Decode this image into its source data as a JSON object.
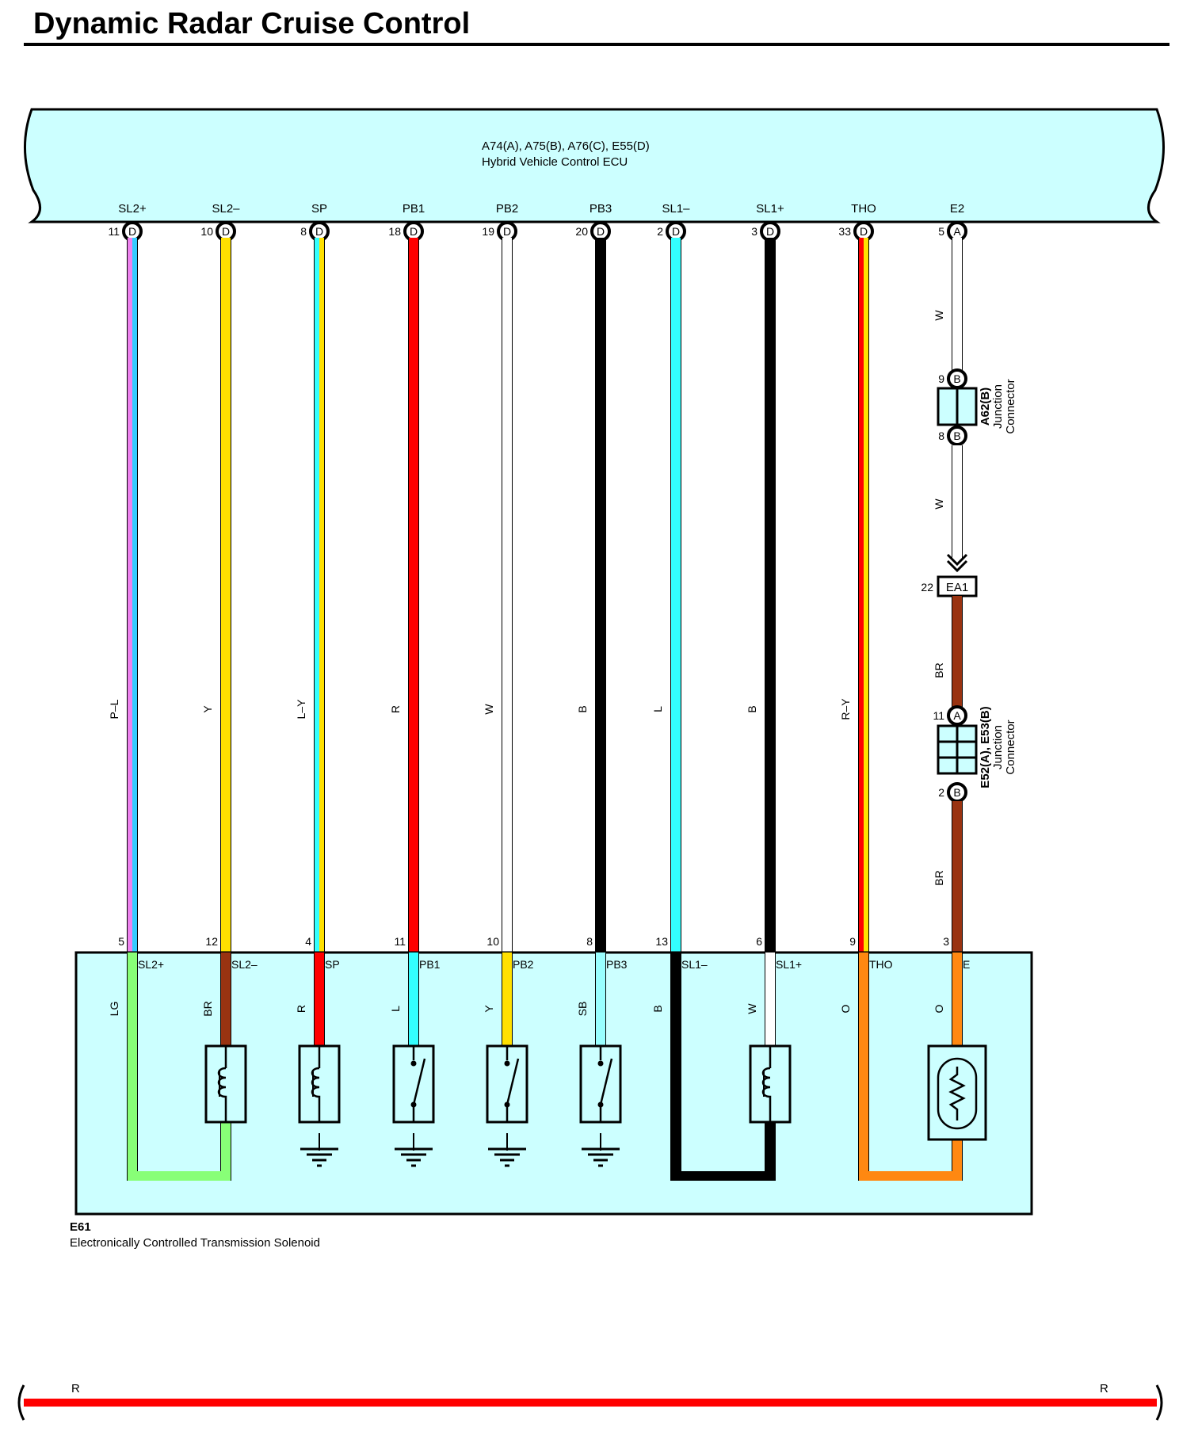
{
  "title": "Dynamic Radar Cruise Control",
  "ecu": {
    "name": "A74(A), A75(B), A76(C), E55(D)",
    "desc": "Hybrid Vehicle Control ECU",
    "color": "#ccffff"
  },
  "circuits": [
    {
      "id": "sl2p",
      "ecu_label": "SL2+",
      "ecu_pin": "11",
      "ecu_conn": "D",
      "wire_code": "P–L",
      "wire_colors": [
        "#ee82ee",
        "#33ccff"
      ],
      "sol_pin": "5",
      "sol_label": "SL2+",
      "int_code": "LG",
      "int_color": "#88ff77",
      "symbol": "none"
    },
    {
      "id": "sl2m",
      "ecu_label": "SL2–",
      "ecu_pin": "10",
      "ecu_conn": "D",
      "wire_code": "Y",
      "wire_colors": [
        "#ffe000"
      ],
      "sol_pin": "12",
      "sol_label": "SL2–",
      "int_code": "BR",
      "int_color": "#993311",
      "symbol": "solenoid"
    },
    {
      "id": "sp",
      "ecu_label": "SP",
      "ecu_pin": "8",
      "ecu_conn": "D",
      "wire_code": "L–Y",
      "wire_colors": [
        "#33ffff",
        "#ffe000"
      ],
      "sol_pin": "4",
      "sol_label": "SP",
      "int_code": "R",
      "int_color": "#ff0000",
      "symbol": "solenoid-ground"
    },
    {
      "id": "pb1",
      "ecu_label": "PB1",
      "ecu_pin": "18",
      "ecu_conn": "D",
      "wire_code": "R",
      "wire_colors": [
        "#ff0000"
      ],
      "sol_pin": "11",
      "sol_label": "PB1",
      "int_code": "L",
      "int_color": "#33ffff",
      "symbol": "switch-ground"
    },
    {
      "id": "pb2",
      "ecu_label": "PB2",
      "ecu_pin": "19",
      "ecu_conn": "D",
      "wire_code": "W",
      "wire_colors": [
        "#ffffff"
      ],
      "sol_pin": "10",
      "sol_label": "PB2",
      "int_code": "Y",
      "int_color": "#ffe000",
      "symbol": "switch-ground"
    },
    {
      "id": "pb3",
      "ecu_label": "PB3",
      "ecu_pin": "20",
      "ecu_conn": "D",
      "wire_code": "B",
      "wire_colors": [
        "#000000"
      ],
      "sol_pin": "8",
      "sol_label": "PB3",
      "int_code": "SB",
      "int_color": "#99ffff",
      "symbol": "switch-ground"
    },
    {
      "id": "sl1m",
      "ecu_label": "SL1–",
      "ecu_pin": "2",
      "ecu_conn": "D",
      "wire_code": "L",
      "wire_colors": [
        "#33ffff"
      ],
      "sol_pin": "13",
      "sol_label": "SL1–",
      "int_code": "B",
      "int_color": "#000000",
      "symbol": "none"
    },
    {
      "id": "sl1p",
      "ecu_label": "SL1+",
      "ecu_pin": "3",
      "ecu_conn": "D",
      "wire_code": "B",
      "wire_colors": [
        "#000000"
      ],
      "sol_pin": "6",
      "sol_label": "SL1+",
      "int_code": "W",
      "int_color": "#ffffff",
      "symbol": "solenoid"
    },
    {
      "id": "tho",
      "ecu_label": "THO",
      "ecu_pin": "33",
      "ecu_conn": "D",
      "wire_code": "R–Y",
      "wire_colors": [
        "#ff0000",
        "#ffe000"
      ],
      "sol_pin": "9",
      "sol_label": "THO",
      "int_code": "O",
      "int_color": "#ff8811",
      "symbol": "none"
    },
    {
      "id": "e2",
      "ecu_label": "E2",
      "ecu_pin": "5",
      "ecu_conn": "A",
      "wire_code": "W",
      "wire_colors": [
        "#ffffff"
      ],
      "sol_pin": "3",
      "sol_label": "E",
      "int_code": "O",
      "int_color": "#ff8811",
      "symbol": "thermistor"
    }
  ],
  "junction_a62": {
    "name": "A62(B)",
    "desc1": "Junction",
    "desc2": "Connector",
    "pin_top": "9",
    "pin_top_conn": "B",
    "pin_bottom": "8",
    "pin_bottom_conn": "B",
    "wire_above": "W",
    "wire_below": "W"
  },
  "inline_connector": {
    "pin": "22",
    "name": "EA1"
  },
  "junction_e52": {
    "name": "E52(A), E53(B)",
    "desc1": "Junction",
    "desc2": "Connector",
    "pin_top": "11",
    "pin_top_conn": "A",
    "pin_bottom": "2",
    "pin_bottom_conn": "B",
    "wire_above": "BR",
    "wire_below": "BR",
    "wire_color": "#993311"
  },
  "solenoid": {
    "name": "E61",
    "desc": "Electronically Controlled Transmission Solenoid",
    "color": "#ccffff"
  },
  "bottom_bus": {
    "label_left": "R",
    "label_right": "R",
    "color": "#ff0000"
  }
}
